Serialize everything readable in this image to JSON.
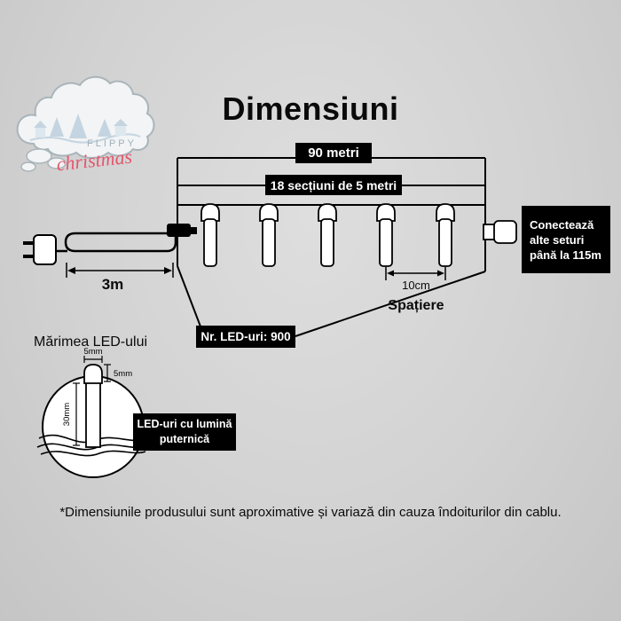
{
  "page": {
    "title": "Dimensiuni",
    "footnote": "*Dimensiunile produsului sunt aproximative și variază din cauza îndoiturilor din cablu."
  },
  "logo": {
    "brand_top": "FLIPPY",
    "brand_script": "christmas"
  },
  "string_diagram": {
    "total_length": "90 metri",
    "sections": "18 secțiuni de 5 metri",
    "lead_length": "3m",
    "spacing_value": "10cm",
    "spacing_label": "Spațiere",
    "connector_note": [
      "Conectează",
      "alte seturi",
      "până la 115m"
    ],
    "led_count": "Nr. LED-uri: 900"
  },
  "led_detail": {
    "heading": "Mărimea LED-ului",
    "cap_width": "5mm",
    "cap_height": "5mm",
    "body_height": "30mm",
    "callout": [
      "LED-uri cu lumină",
      "puternică"
    ]
  },
  "colors": {
    "label_bg": "#000000",
    "label_text": "#ffffff",
    "logo_script": "#e4566c",
    "logo_caps": "#9fb0ba"
  }
}
